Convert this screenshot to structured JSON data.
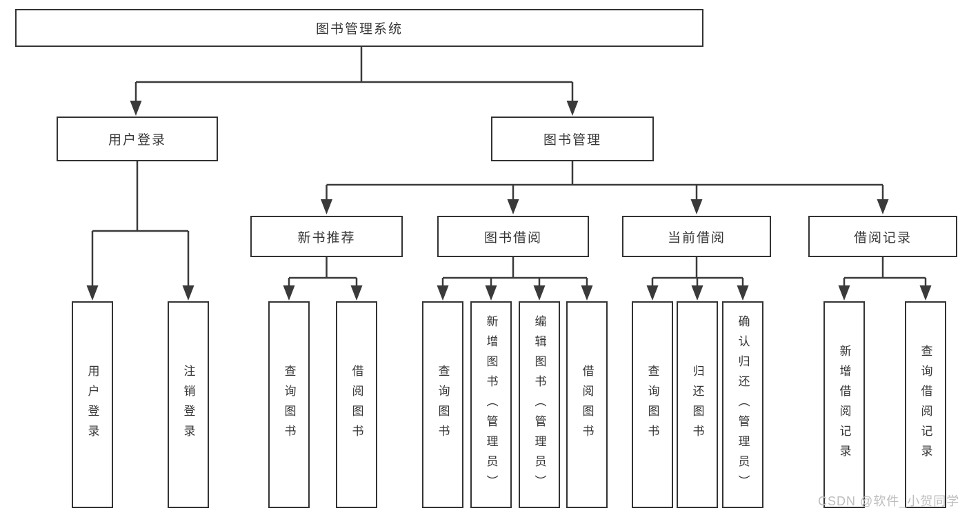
{
  "diagram": {
    "title": "图书管理系统",
    "branches": [
      {
        "label": "用户登录",
        "children": [
          "用户登录",
          "注销登录"
        ]
      },
      {
        "label": "图书管理",
        "modules": [
          {
            "label": "新书推荐",
            "children": [
              "查询图书",
              "借阅图书"
            ]
          },
          {
            "label": "图书借阅",
            "children": [
              "查询图书",
              "新增图书（管理员）",
              "编辑图书（管理员）",
              "借阅图书"
            ]
          },
          {
            "label": "当前借阅",
            "children": [
              "查询图书",
              "归还图书",
              "确认归还（管理员）"
            ]
          },
          {
            "label": "借阅记录",
            "children": [
              "新增借阅记录",
              "查询借阅记录"
            ]
          }
        ]
      }
    ]
  },
  "watermark": "CSDN @软件_小贺同学",
  "colors": {
    "line": "#3a3a3a",
    "box_border": "#333333",
    "text": "#363636",
    "watermark": "#bdbdbd",
    "background": "#ffffff"
  }
}
